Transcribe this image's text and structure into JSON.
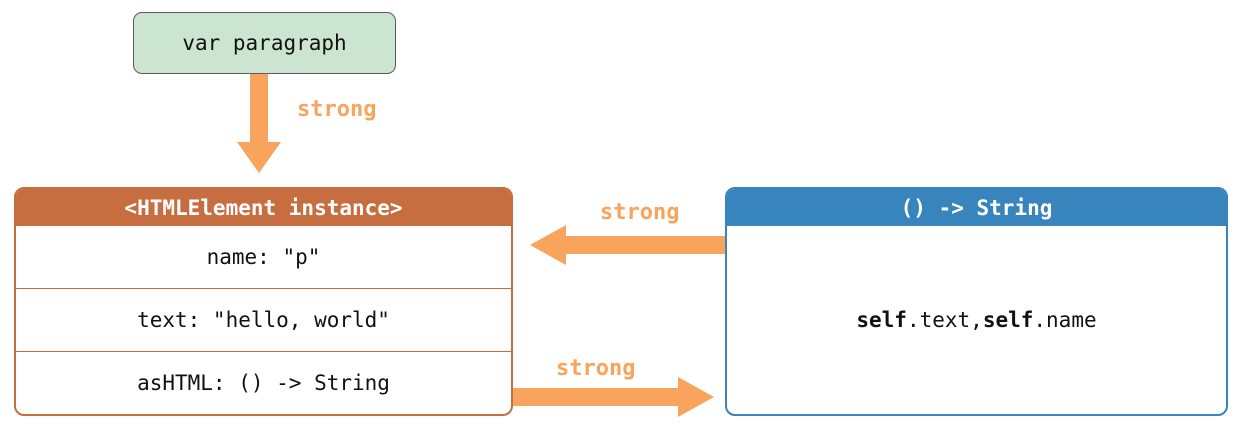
{
  "diagram": {
    "variable_box": {
      "label": "var paragraph"
    },
    "instance_box": {
      "title": "<HTMLElement instance>",
      "rows": [
        "name: \"p\"",
        "text: \"hello, world\"",
        "asHTML: () -> String"
      ]
    },
    "closure_box": {
      "title": "() -> String",
      "body_segments": [
        {
          "text": "self",
          "bold": true
        },
        {
          "text": ".text, ",
          "bold": false
        },
        {
          "text": "self",
          "bold": true
        },
        {
          "text": ".name",
          "bold": false
        }
      ]
    },
    "arrows": {
      "var_to_instance_label": "strong",
      "closure_to_instance_label": "strong",
      "instance_to_closure_label": "strong"
    },
    "colors": {
      "instance_accent": "#C76E41",
      "closure_accent": "#3884BD",
      "variable_fill": "#CBE5D0",
      "variable_border": "#5B5B5E",
      "arrow_color": "#F8A45C",
      "text_color": "#111111",
      "bg_color": "#FFFFFF"
    }
  }
}
